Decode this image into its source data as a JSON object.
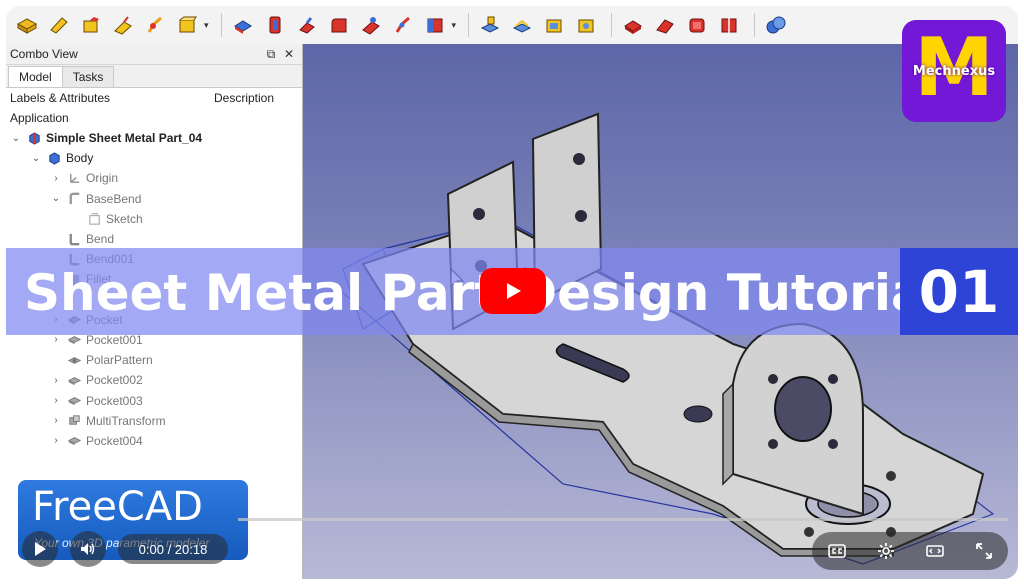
{
  "combo": {
    "title": "Combo View",
    "float_label": "⧉",
    "close_label": "✕",
    "tabs": [
      "Model",
      "Tasks"
    ],
    "col_labels": "Labels & Attributes",
    "col_desc": "Description",
    "section": "Application",
    "tree": [
      {
        "label": "Simple Sheet Metal Part_04",
        "arrow": "⌄",
        "style": "bold",
        "icon": "part-icon"
      },
      {
        "label": "Body",
        "arrow": "⌄",
        "style": "normal",
        "icon": "body-icon"
      },
      {
        "label": "Origin",
        "arrow": "›",
        "style": "grey",
        "icon": "origin-icon"
      },
      {
        "label": "BaseBend",
        "arrow": "⌄",
        "style": "grey",
        "icon": "basebend-icon"
      },
      {
        "label": "Sketch",
        "arrow": "",
        "style": "grey",
        "icon": "sketch-icon"
      },
      {
        "label": "Bend",
        "arrow": "",
        "style": "grey",
        "icon": "bend-icon"
      },
      {
        "label": "Bend001",
        "arrow": "",
        "style": "grey",
        "icon": "bend-icon"
      },
      {
        "label": "Fillet",
        "arrow": "",
        "style": "grey",
        "icon": "fillet-icon"
      },
      {
        "label": "",
        "arrow": "",
        "style": "grey",
        "icon": ""
      },
      {
        "label": "Pocket",
        "arrow": "›",
        "style": "grey",
        "icon": "pocket-icon"
      },
      {
        "label": "Pocket001",
        "arrow": "›",
        "style": "grey",
        "icon": "pocket-icon"
      },
      {
        "label": "PolarPattern",
        "arrow": "",
        "style": "grey",
        "icon": "polar-pattern-icon"
      },
      {
        "label": "Pocket002",
        "arrow": "›",
        "style": "grey",
        "icon": "pocket-icon"
      },
      {
        "label": "Pocket003",
        "arrow": "›",
        "style": "grey",
        "icon": "pocket-icon"
      },
      {
        "label": "MultiTransform",
        "arrow": "›",
        "style": "grey",
        "icon": "multitransform-icon"
      },
      {
        "label": "Pocket004",
        "arrow": "›",
        "style": "grey",
        "icon": "pocket-icon"
      }
    ]
  },
  "banner": {
    "title": "Sheet Metal Part Design Tutorial",
    "episode": "01"
  },
  "channel": {
    "letter": "M",
    "name": "Mechnexus"
  },
  "freecad": {
    "name": "FreeCAD",
    "tagline": "Your own 3D parametric modeler"
  },
  "player": {
    "time": "0:00 / 20:18",
    "progress": 0.0
  },
  "colors": {
    "banner": "#8088f0",
    "episode_bg": "#2d44d6",
    "play": "#ff0000",
    "logo_bg": "#7418d8",
    "logo_letter": "#ffd400"
  }
}
